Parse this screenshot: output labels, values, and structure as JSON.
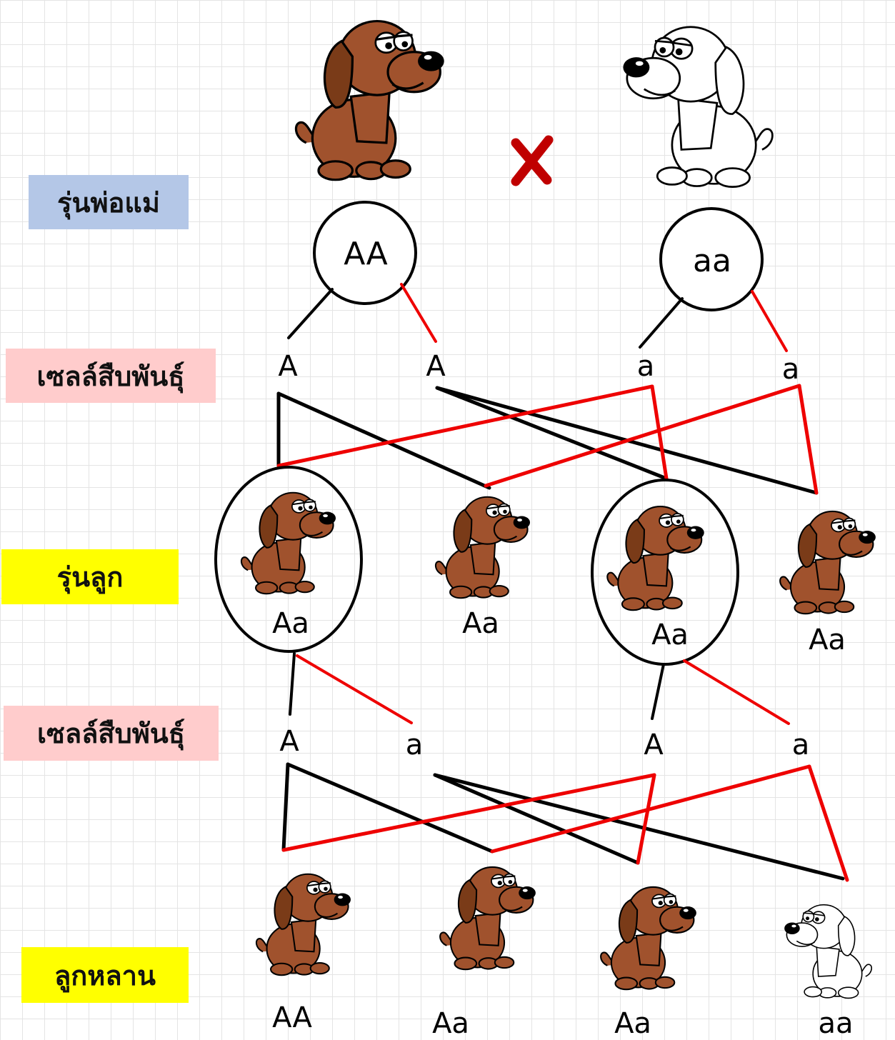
{
  "colors": {
    "parent_label_bg": "#b4c7e7",
    "gamete_label_bg": "#ffcccc",
    "offspring_label_bg": "#ffff00",
    "cross_mark": "#c00000",
    "line_dominant": "#000000",
    "line_recessive": "#ee0000",
    "brown_dog": "#a0522d",
    "white_dog": "#ffffff"
  },
  "labels": {
    "parents": "รุ่นพ่อแม่",
    "gametes_1": "เซลล์สืบพันธุ์",
    "children": "รุ่นลูก",
    "gametes_2": "เซลล์สืบพันธุ์",
    "grandchildren": "ลูกหลาน"
  },
  "cross_symbol": "X",
  "parents": {
    "left": {
      "genotype": "AA",
      "dog": "brown"
    },
    "right": {
      "genotype": "aa",
      "dog": "white"
    }
  },
  "gametes_1": [
    "A",
    "A",
    "a",
    "a"
  ],
  "children": [
    {
      "genotype": "Aa",
      "dog": "brown",
      "circled": true
    },
    {
      "genotype": "Aa",
      "dog": "brown",
      "circled": false
    },
    {
      "genotype": "Aa",
      "dog": "brown",
      "circled": true
    },
    {
      "genotype": "Aa",
      "dog": "brown",
      "circled": false
    }
  ],
  "gametes_2": [
    "A",
    "a",
    "A",
    "a"
  ],
  "grandchildren": [
    {
      "genotype": "AA",
      "dog": "brown"
    },
    {
      "genotype": "Aa",
      "dog": "brown"
    },
    {
      "genotype": "Aa",
      "dog": "brown"
    },
    {
      "genotype": "aa",
      "dog": "white"
    }
  ]
}
